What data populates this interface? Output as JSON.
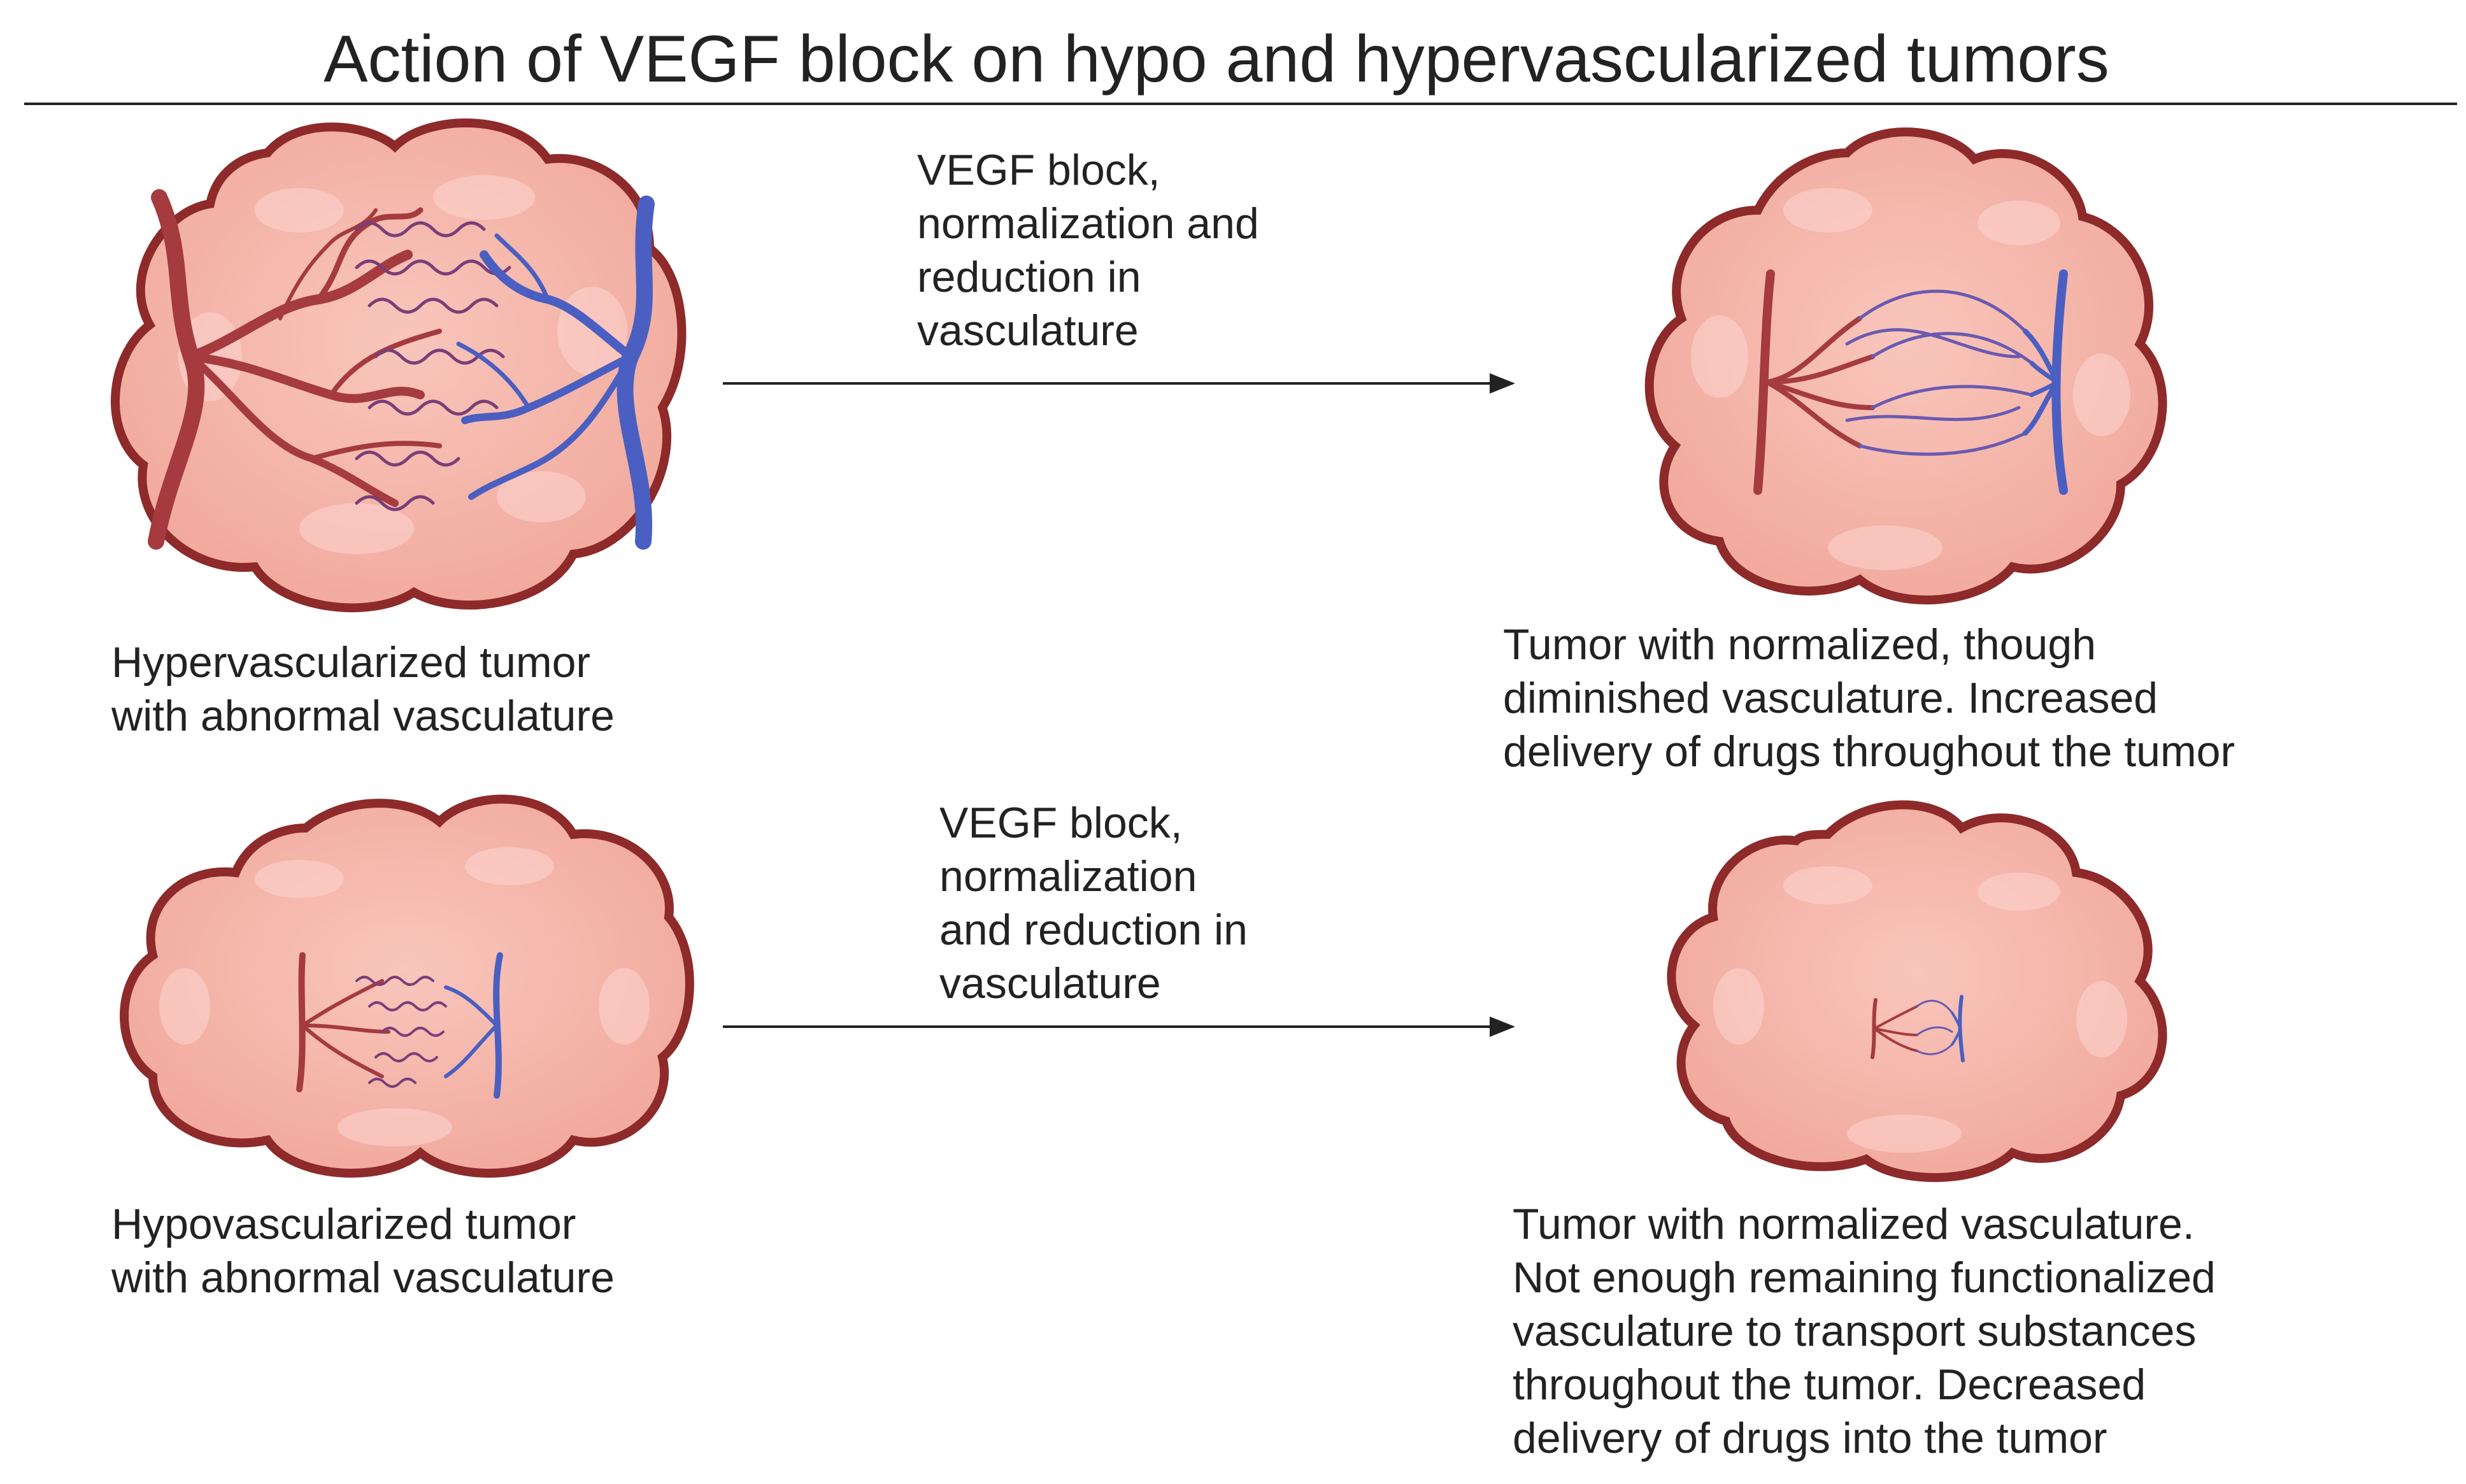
{
  "title": "Action of VEGF block on hypo and hypervascularized tumors",
  "colors": {
    "tumor_fill": "#f6b8ad",
    "tumor_outline": "#8e2a2a",
    "tumor_lobe": "#f2a79b",
    "tumor_highlight": "#fbd6cf",
    "artery": "#a53a3f",
    "vein": "#4a5fc1",
    "arrow": "#222222",
    "rule": "#222222"
  },
  "panels": [
    {
      "id": "hyper-before",
      "icon": "hypervascularized-tumor-icon",
      "caption": [
        "Hypervascularized tumor",
        "with abnormal vasculature"
      ]
    },
    {
      "id": "hyper-after",
      "icon": "normalized-tumor-icon",
      "caption": [
        "Tumor with normalized, though",
        "diminished vasculature. Increased",
        "delivery of drugs throughout the tumor"
      ]
    },
    {
      "id": "hypo-before",
      "icon": "hypovascularized-tumor-icon",
      "caption": [
        "Hypovascularized tumor",
        "with abnormal vasculature"
      ]
    },
    {
      "id": "hypo-after",
      "icon": "small-normalized-tumor-icon",
      "caption": [
        "Tumor with normalized vasculature.",
        "Not enough remaining functionalized",
        "vasculature to transport substances",
        "throughout the tumor. Decreased",
        "delivery of drugs into the tumor"
      ]
    }
  ],
  "arrows": [
    {
      "id": "top-arrow",
      "label": [
        "VEGF block,",
        "normalization and",
        "reduction in",
        "vasculature"
      ]
    },
    {
      "id": "bottom-arrow",
      "label": [
        "VEGF block,",
        "normalization",
        "and reduction in",
        "vasculature"
      ]
    }
  ]
}
